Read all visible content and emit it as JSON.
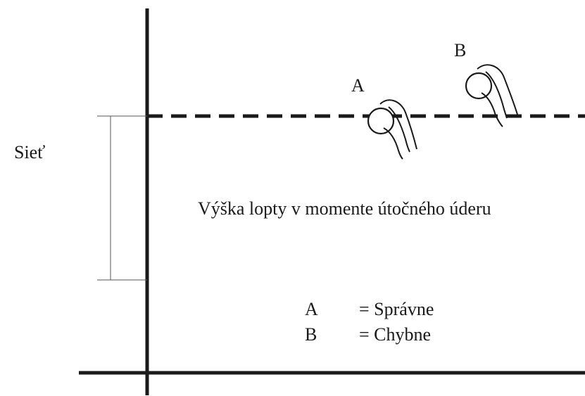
{
  "diagram": {
    "net_label": "Sieť",
    "ball_height_label": "Výška lopty v momente útočného úderu",
    "ball_a_label": "A",
    "ball_b_label": "B",
    "legend": {
      "a_key": "A",
      "a_value": "= Správne",
      "b_key": "B",
      "b_value": "= Chybne"
    }
  },
  "colors": {
    "line": "#1a1a1a",
    "thin_line": "#555555"
  }
}
